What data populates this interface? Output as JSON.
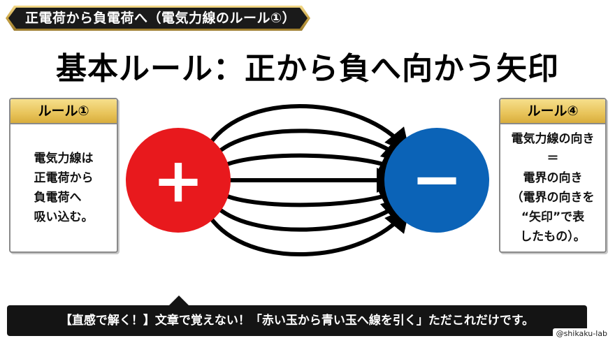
{
  "header": {
    "badge_text": "正電荷から負電荷へ（電気力線のルール①）"
  },
  "main_title": "基本ルール：正から負へ向かう矢印",
  "rule_left": {
    "title": "ルール①",
    "body": "電気力線は\n正電荷から\n負電荷へ\n吸い込む。"
  },
  "rule_right": {
    "title": "ルール④",
    "body": "電気力線の向き\n＝\n電界の向き\n（電界の向きを\n“矢印”で表\nしたもの）。"
  },
  "diagram": {
    "positive_charge": {
      "symbol": "+",
      "color": "#e8191d"
    },
    "negative_charge": {
      "symbol": "−",
      "color": "#0b63b7"
    },
    "field_line_count": 7
  },
  "caption": "【直感で解く！】文章で覚えない！「赤い玉から青い玉へ線を引く」ただこれだけです。",
  "credit": "@shikaku-lab",
  "colors": {
    "badge_bg": "#1a1a1a",
    "badge_border": "#c9a445",
    "rule_header": "#e8c45a"
  }
}
